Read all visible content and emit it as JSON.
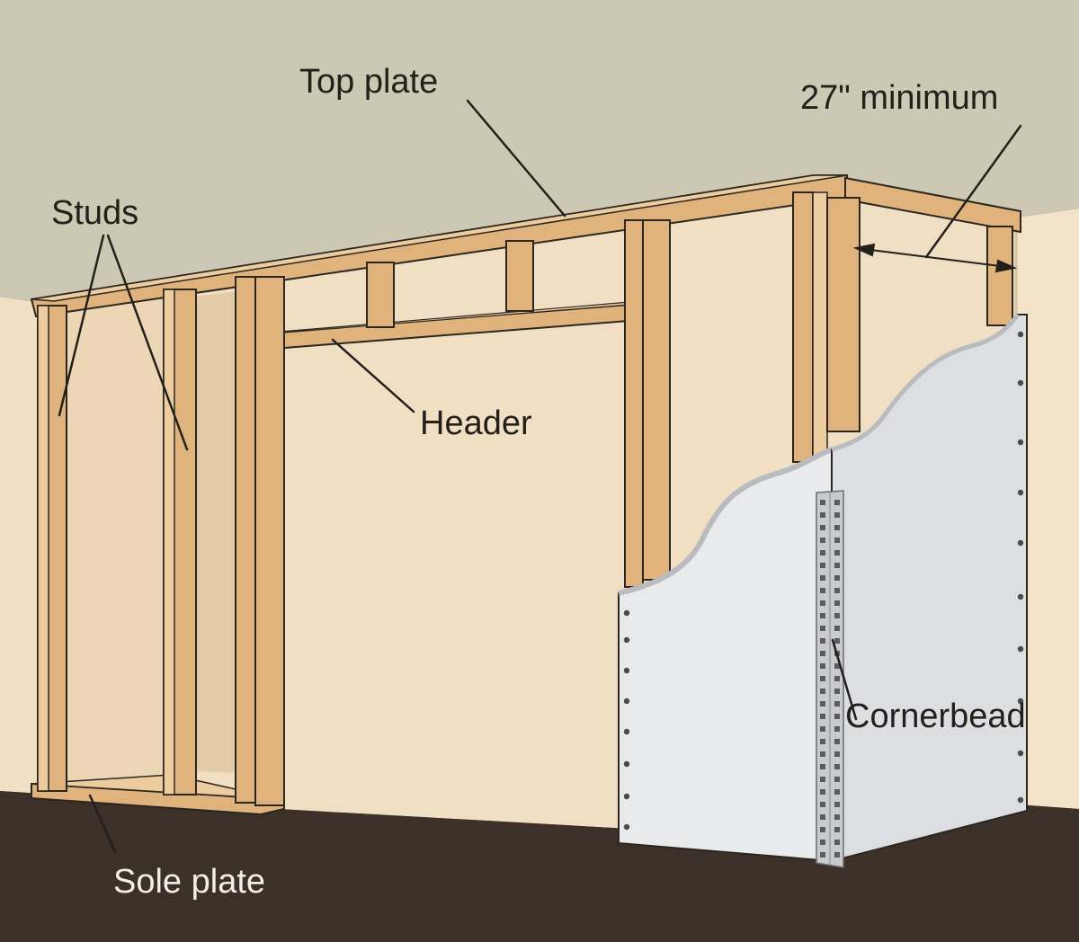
{
  "labels": {
    "top_plate": "Top plate",
    "minimum": "27\" minimum",
    "studs": "Studs",
    "header": "Header",
    "cornerbead": "Cornerbead",
    "sole_plate": "Sole plate"
  },
  "colors": {
    "ceiling": "#cdc8b3",
    "wall": "#f1dfc4",
    "wall_shadow": "#e6cfac",
    "floor": "#3c3128",
    "lumber": "#e0b37c",
    "lumber_light": "#edcca0",
    "lumber_dark": "#b98a52",
    "drywall": "#e9eaeb",
    "drywall_edge": "#b9bbbf",
    "outline": "#2b2620"
  }
}
